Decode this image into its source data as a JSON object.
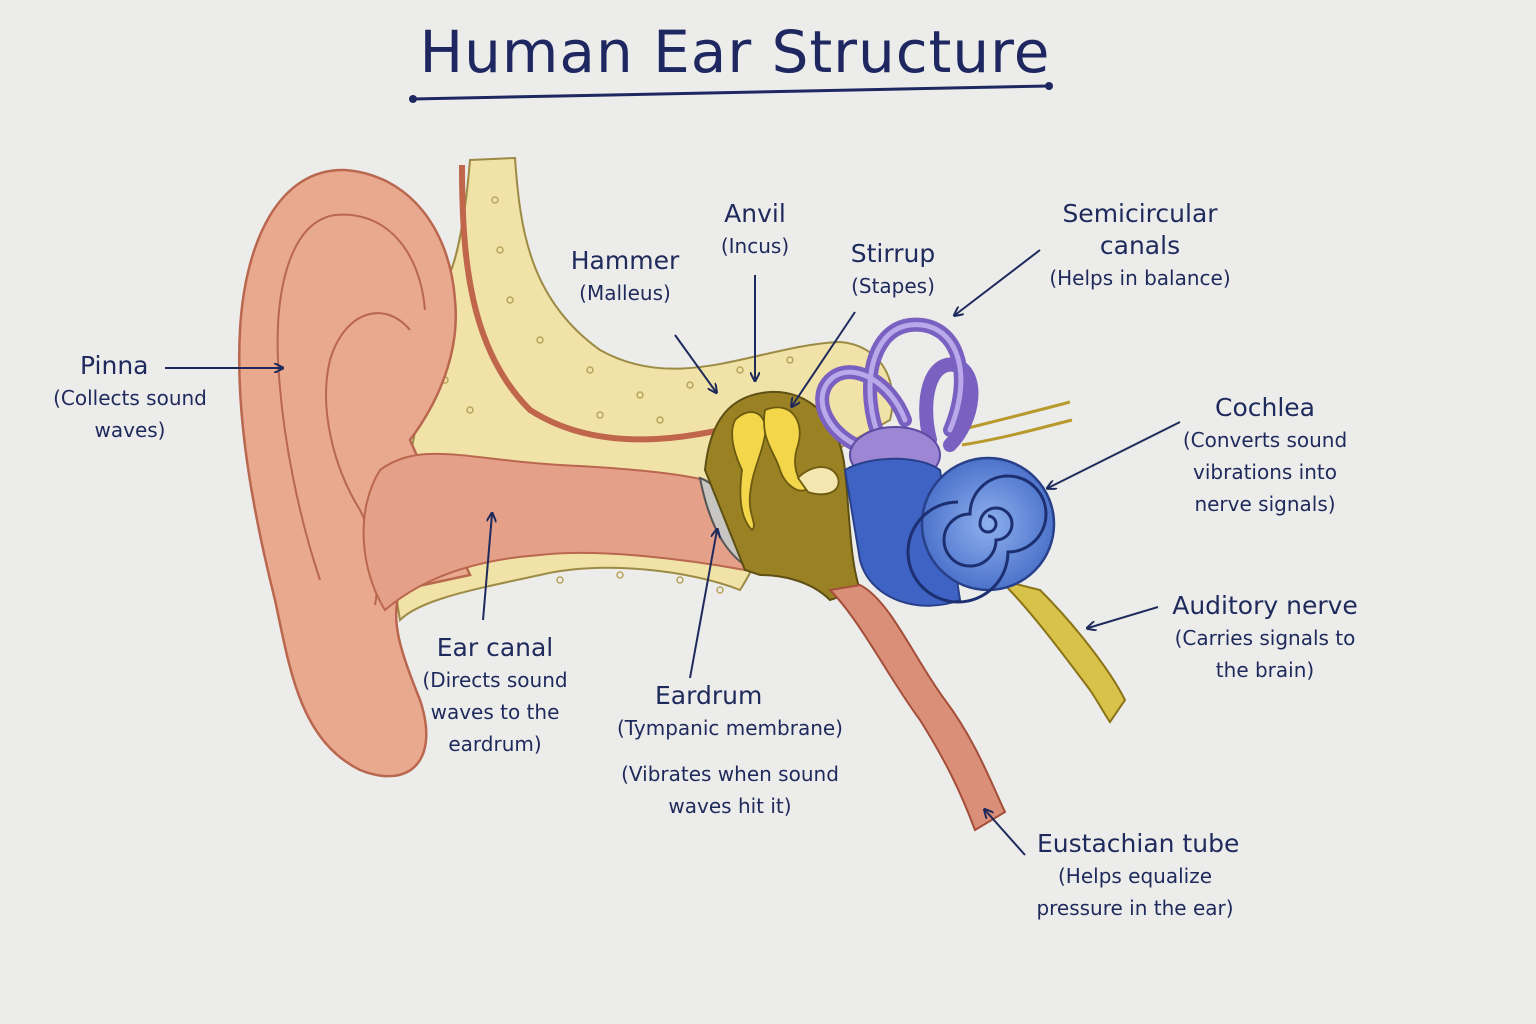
{
  "title": "Human Ear Structure",
  "colors": {
    "ink": "#1f2a5c",
    "skin": "#e9a98f",
    "skin_dark": "#c9725a",
    "bone": "#f1e3a8",
    "ossicle": "#9a8224",
    "semicircular": "#9d86d4",
    "cochlea": "#5a83d8",
    "nerve": "#d9c24a",
    "eardrum": "#c8c6c2"
  },
  "labels": {
    "pinna": {
      "name": "Pinna",
      "desc": "(Collects sound\nwaves)"
    },
    "ear_canal": {
      "name": "Ear canal",
      "desc": "(Directs sound\nwaves to the\neardrum)"
    },
    "hammer": {
      "name": "Hammer",
      "desc": "(Malleus)"
    },
    "anvil": {
      "name": "Anvil",
      "desc": "(Incus)"
    },
    "stirrup": {
      "name": "Stirrup",
      "desc": "(Stapes)"
    },
    "semicircular": {
      "name": "Semicircular\ncanals",
      "desc": "(Helps in balance)"
    },
    "cochlea": {
      "name": "Cochlea",
      "desc": "(Converts sound\nvibrations into\nnerve signals)"
    },
    "eardrum": {
      "name": "Eardrum",
      "desc": "(Tympanic membrane)",
      "desc2": "(Vibrates when sound\nwaves hit it)"
    },
    "auditory_nerve": {
      "name": "Auditory nerve",
      "desc": "(Carries signals to\nthe brain)"
    },
    "eustachian": {
      "name": "Eustachian tube",
      "desc": "(Helps equalize\npressure in the ear)"
    }
  }
}
